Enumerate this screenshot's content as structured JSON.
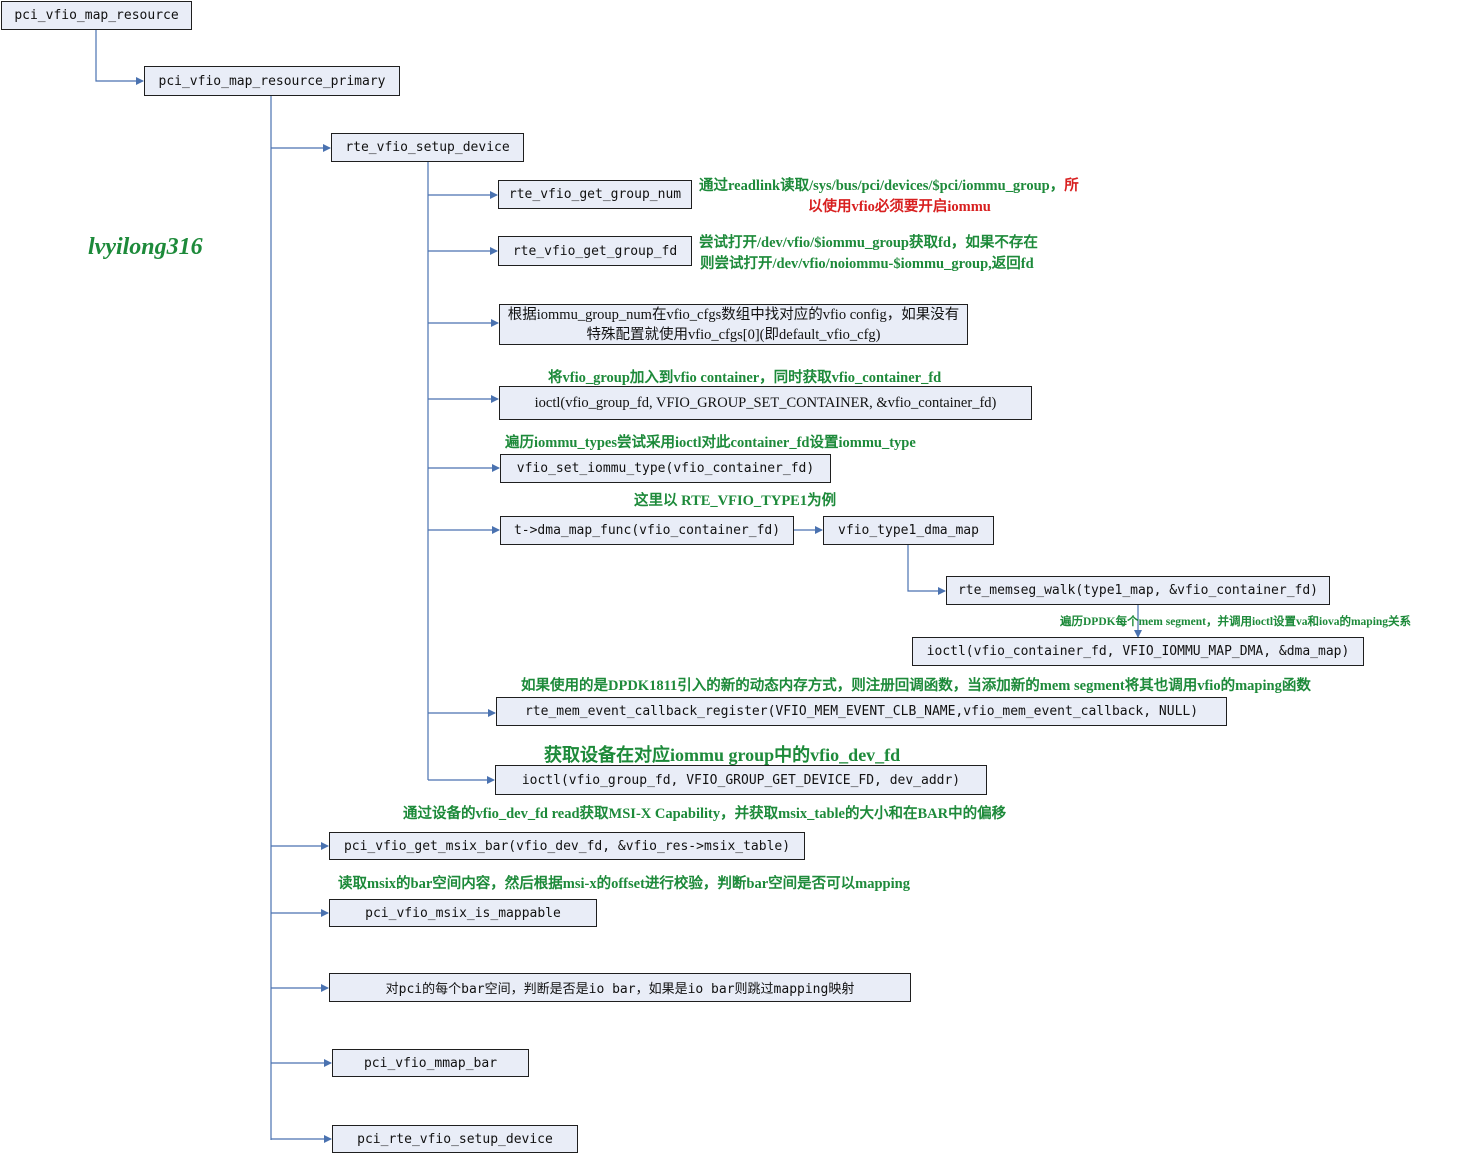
{
  "author": "lvyilong316",
  "boxes": {
    "map_resource": "pci_vfio_map_resource",
    "map_resource_primary": "pci_vfio_map_resource_primary",
    "setup_device": "rte_vfio_setup_device",
    "get_group_num": "rte_vfio_get_group_num",
    "get_group_fd": "rte_vfio_get_group_fd",
    "find_config": "根据iommu_group_num在vfio_cfgs数组中找对应的vfio config，如果没有特殊配置就使用vfio_cfgs[0](即default_vfio_cfg)",
    "set_container": "ioctl(vfio_group_fd, VFIO_GROUP_SET_CONTAINER, &vfio_container_fd)",
    "set_iommu_type": "vfio_set_iommu_type(vfio_container_fd)",
    "dma_map_func": "t->dma_map_func(vfio_container_fd)",
    "type1_dma_map": "vfio_type1_dma_map",
    "memseg_walk": "rte_memseg_walk(type1_map, &vfio_container_fd)",
    "iommu_map_dma": "ioctl(vfio_container_fd, VFIO_IOMMU_MAP_DMA, &dma_map)",
    "mem_event_register": "rte_mem_event_callback_register(VFIO_MEM_EVENT_CLB_NAME,vfio_mem_event_callback, NULL)",
    "get_device_fd": "ioctl(vfio_group_fd, VFIO_GROUP_GET_DEVICE_FD, dev_addr)",
    "get_msix_bar": "pci_vfio_get_msix_bar(vfio_dev_fd, &vfio_res->msix_table)",
    "msix_mappable": "pci_vfio_msix_is_mappable",
    "io_bar_check": "对pci的每个bar空间，判断是否是io bar，如果是io bar则跳过mapping映射",
    "mmap_bar": "pci_vfio_mmap_bar",
    "rte_setup_device": "pci_rte_vfio_setup_device"
  },
  "notes": {
    "group_num_line1": "通过readlink读取/sys/bus/pci/devices/$pci/iommu_group，",
    "group_num_line1_red": "所",
    "group_num_line2_a": "以使用",
    "group_num_line2_b": "vfio必须要开启iommu",
    "group_fd_line1": "尝试打开/dev/vfio/$iommu_group获取fd，如果不存在",
    "group_fd_line2": "则尝试打开/dev/vfio/noiommu-$iommu_group,返回fd",
    "container": "将vfio_group加入到vfio container，同时获取vfio_container_fd",
    "iommu_types": "遍历iommu_types尝试采用ioctl对此container_fd设置iommu_type",
    "type1_example": "这里以 RTE_VFIO_TYPE1为例",
    "mem_segment": "遍历DPDK每个mem segment，并调用ioctl设置va和iova的maping关系",
    "dynamic_memory": "如果使用的是DPDK1811引入的新的动态内存方式，则注册回调函数，当添加新的mem segment将其也调用vfio的maping函数",
    "dev_fd": "获取设备在对应iommu group中的vfio_dev_fd",
    "msix_capability": "通过设备的vfio_dev_fd read获取MSI-X Capability，并获取msix_table的大小和在BAR中的偏移",
    "msix_check": "读取msix的bar空间内容，然后根据msi-x的offset进行校验，判断bar空间是否可以mapping"
  },
  "colors": {
    "box_fill": "#e9edf7",
    "box_border": "#1f1f1f",
    "connector": "#4a72b0",
    "note_green": "#1d8a3a",
    "note_red": "#d81f1f"
  }
}
